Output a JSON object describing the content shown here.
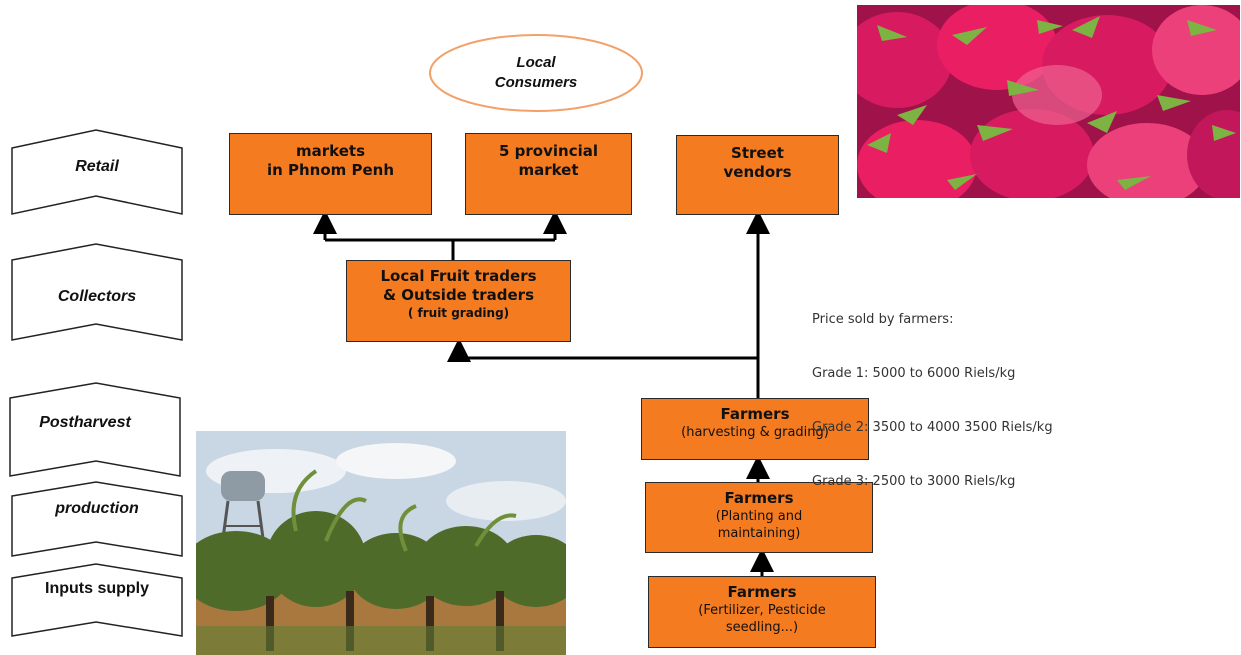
{
  "stages": [
    {
      "key": "retail",
      "label": "Retail"
    },
    {
      "key": "collectors",
      "label": "Collectors"
    },
    {
      "key": "postharvest",
      "label": "Postharvest"
    },
    {
      "key": "production",
      "label": "production"
    },
    {
      "key": "inputs",
      "label": "Inputs supply"
    }
  ],
  "consumers": {
    "line1": "Local",
    "line2": "Consumers"
  },
  "retail_boxes": {
    "phnom_penh": {
      "line1": "markets",
      "line2": "in Phnom Penh"
    },
    "provincial": {
      "line1": "5 provincial",
      "line2": "market"
    },
    "street": {
      "line1": "Street",
      "line2": "vendors"
    }
  },
  "collectors_box": {
    "line1": "Local Fruit  traders",
    "line2": "& Outside traders",
    "line3": "( fruit grading)"
  },
  "farmer_boxes": {
    "harvest": {
      "title": "Farmers",
      "sub1": "(harvesting & grading)"
    },
    "planting": {
      "title": "Farmers",
      "sub1": "(Planting and",
      "sub2": "maintaining)"
    },
    "inputs": {
      "title": "Farmers",
      "sub1": "(Fertilizer, Pesticide",
      "sub2": "seedling...)"
    }
  },
  "price": {
    "heading": "Price sold by farmers:",
    "grade1": "Grade 1: 5000 to 6000 Riels/kg",
    "grade2": "Grade 2: 3500 to 4000 3500 Riels/kg",
    "grade3": "Grade 3: 2500 to 3000 Riels/kg"
  },
  "colors": {
    "box_fill": "#f47b20",
    "ellipse_stroke": "#f2a16a",
    "dragonfruit_skin": "#d81b60",
    "dragonfruit_scale": "#7cb342",
    "sky": "#c9d6e3",
    "foliage": "#4f6b2a",
    "soil": "#a8783f"
  },
  "photos": {
    "top_right": "dragon-fruit-pile-photo",
    "bottom_left": "dragon-fruit-plantation-photo"
  }
}
